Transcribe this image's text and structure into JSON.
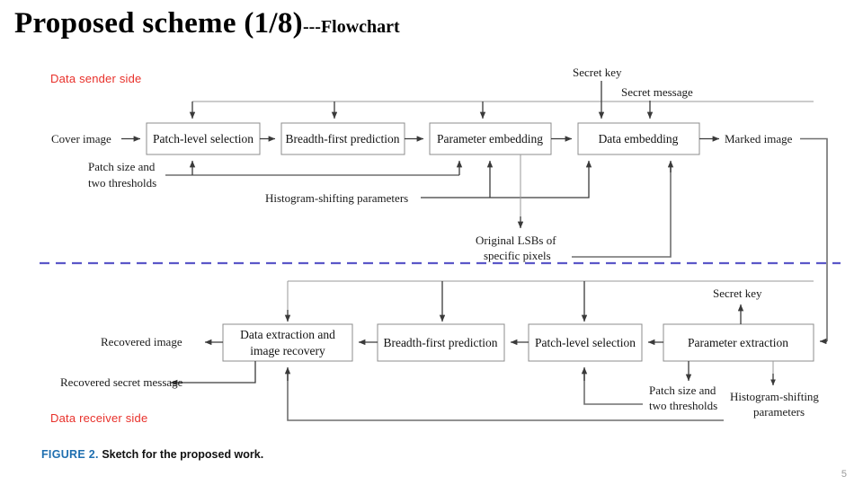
{
  "slide": {
    "title_main": "Proposed scheme (1/8)",
    "title_sub": "---Flowchart",
    "page_number": "5"
  },
  "caption": {
    "number": "FIGURE 2.",
    "text": "Sketch for the proposed work.",
    "number_color": "#1f6fb0"
  },
  "colors": {
    "red_label": "#e8302a",
    "divider": "#5b57c8",
    "box_stroke": "#8c8c8c",
    "line": "#3a3a3a"
  },
  "diagram": {
    "sender_label": "Data sender side",
    "receiver_label": "Data receiver side",
    "sender": {
      "boxes": [
        {
          "id": "patch-level-selection",
          "label": "Patch-level selection"
        },
        {
          "id": "breadth-first-prediction",
          "label": "Breadth-first prediction"
        },
        {
          "id": "parameter-embedding",
          "label": "Parameter embedding"
        },
        {
          "id": "data-embedding",
          "label": "Data embedding"
        }
      ],
      "labels": [
        {
          "id": "cover-image",
          "text": "Cover image"
        },
        {
          "id": "marked-image",
          "text": "Marked image"
        },
        {
          "id": "secret-key",
          "text": "Secret key"
        },
        {
          "id": "secret-message",
          "text": "Secret message"
        },
        {
          "id": "patch-size-1",
          "text": "Patch size and"
        },
        {
          "id": "patch-size-2",
          "text": "two thresholds"
        },
        {
          "id": "histogram-shifting",
          "text": "Histogram-shifting parameters"
        },
        {
          "id": "original-lsbs-1",
          "text": "Original LSBs of"
        },
        {
          "id": "original-lsbs-2",
          "text": "specific pixels"
        }
      ]
    },
    "receiver": {
      "boxes": [
        {
          "id": "data-extraction-recovery",
          "label_line1": "Data extraction and",
          "label_line2": "image recovery"
        },
        {
          "id": "breadth-first-prediction-r",
          "label": "Breadth-first prediction"
        },
        {
          "id": "patch-level-selection-r",
          "label": "Patch-level selection"
        },
        {
          "id": "parameter-extraction",
          "label": "Parameter extraction"
        }
      ],
      "labels": [
        {
          "id": "recovered-image",
          "text": "Recovered  image"
        },
        {
          "id": "recovered-secret-message",
          "text": "Recovered secret message"
        },
        {
          "id": "secret-key-r",
          "text": "Secret key"
        },
        {
          "id": "patch-size-r1",
          "text": "Patch size and"
        },
        {
          "id": "patch-size-r2",
          "text": "two thresholds"
        },
        {
          "id": "histogram-shifting-r1",
          "text": "Histogram-shifting"
        },
        {
          "id": "histogram-shifting-r2",
          "text": "parameters"
        }
      ]
    }
  }
}
